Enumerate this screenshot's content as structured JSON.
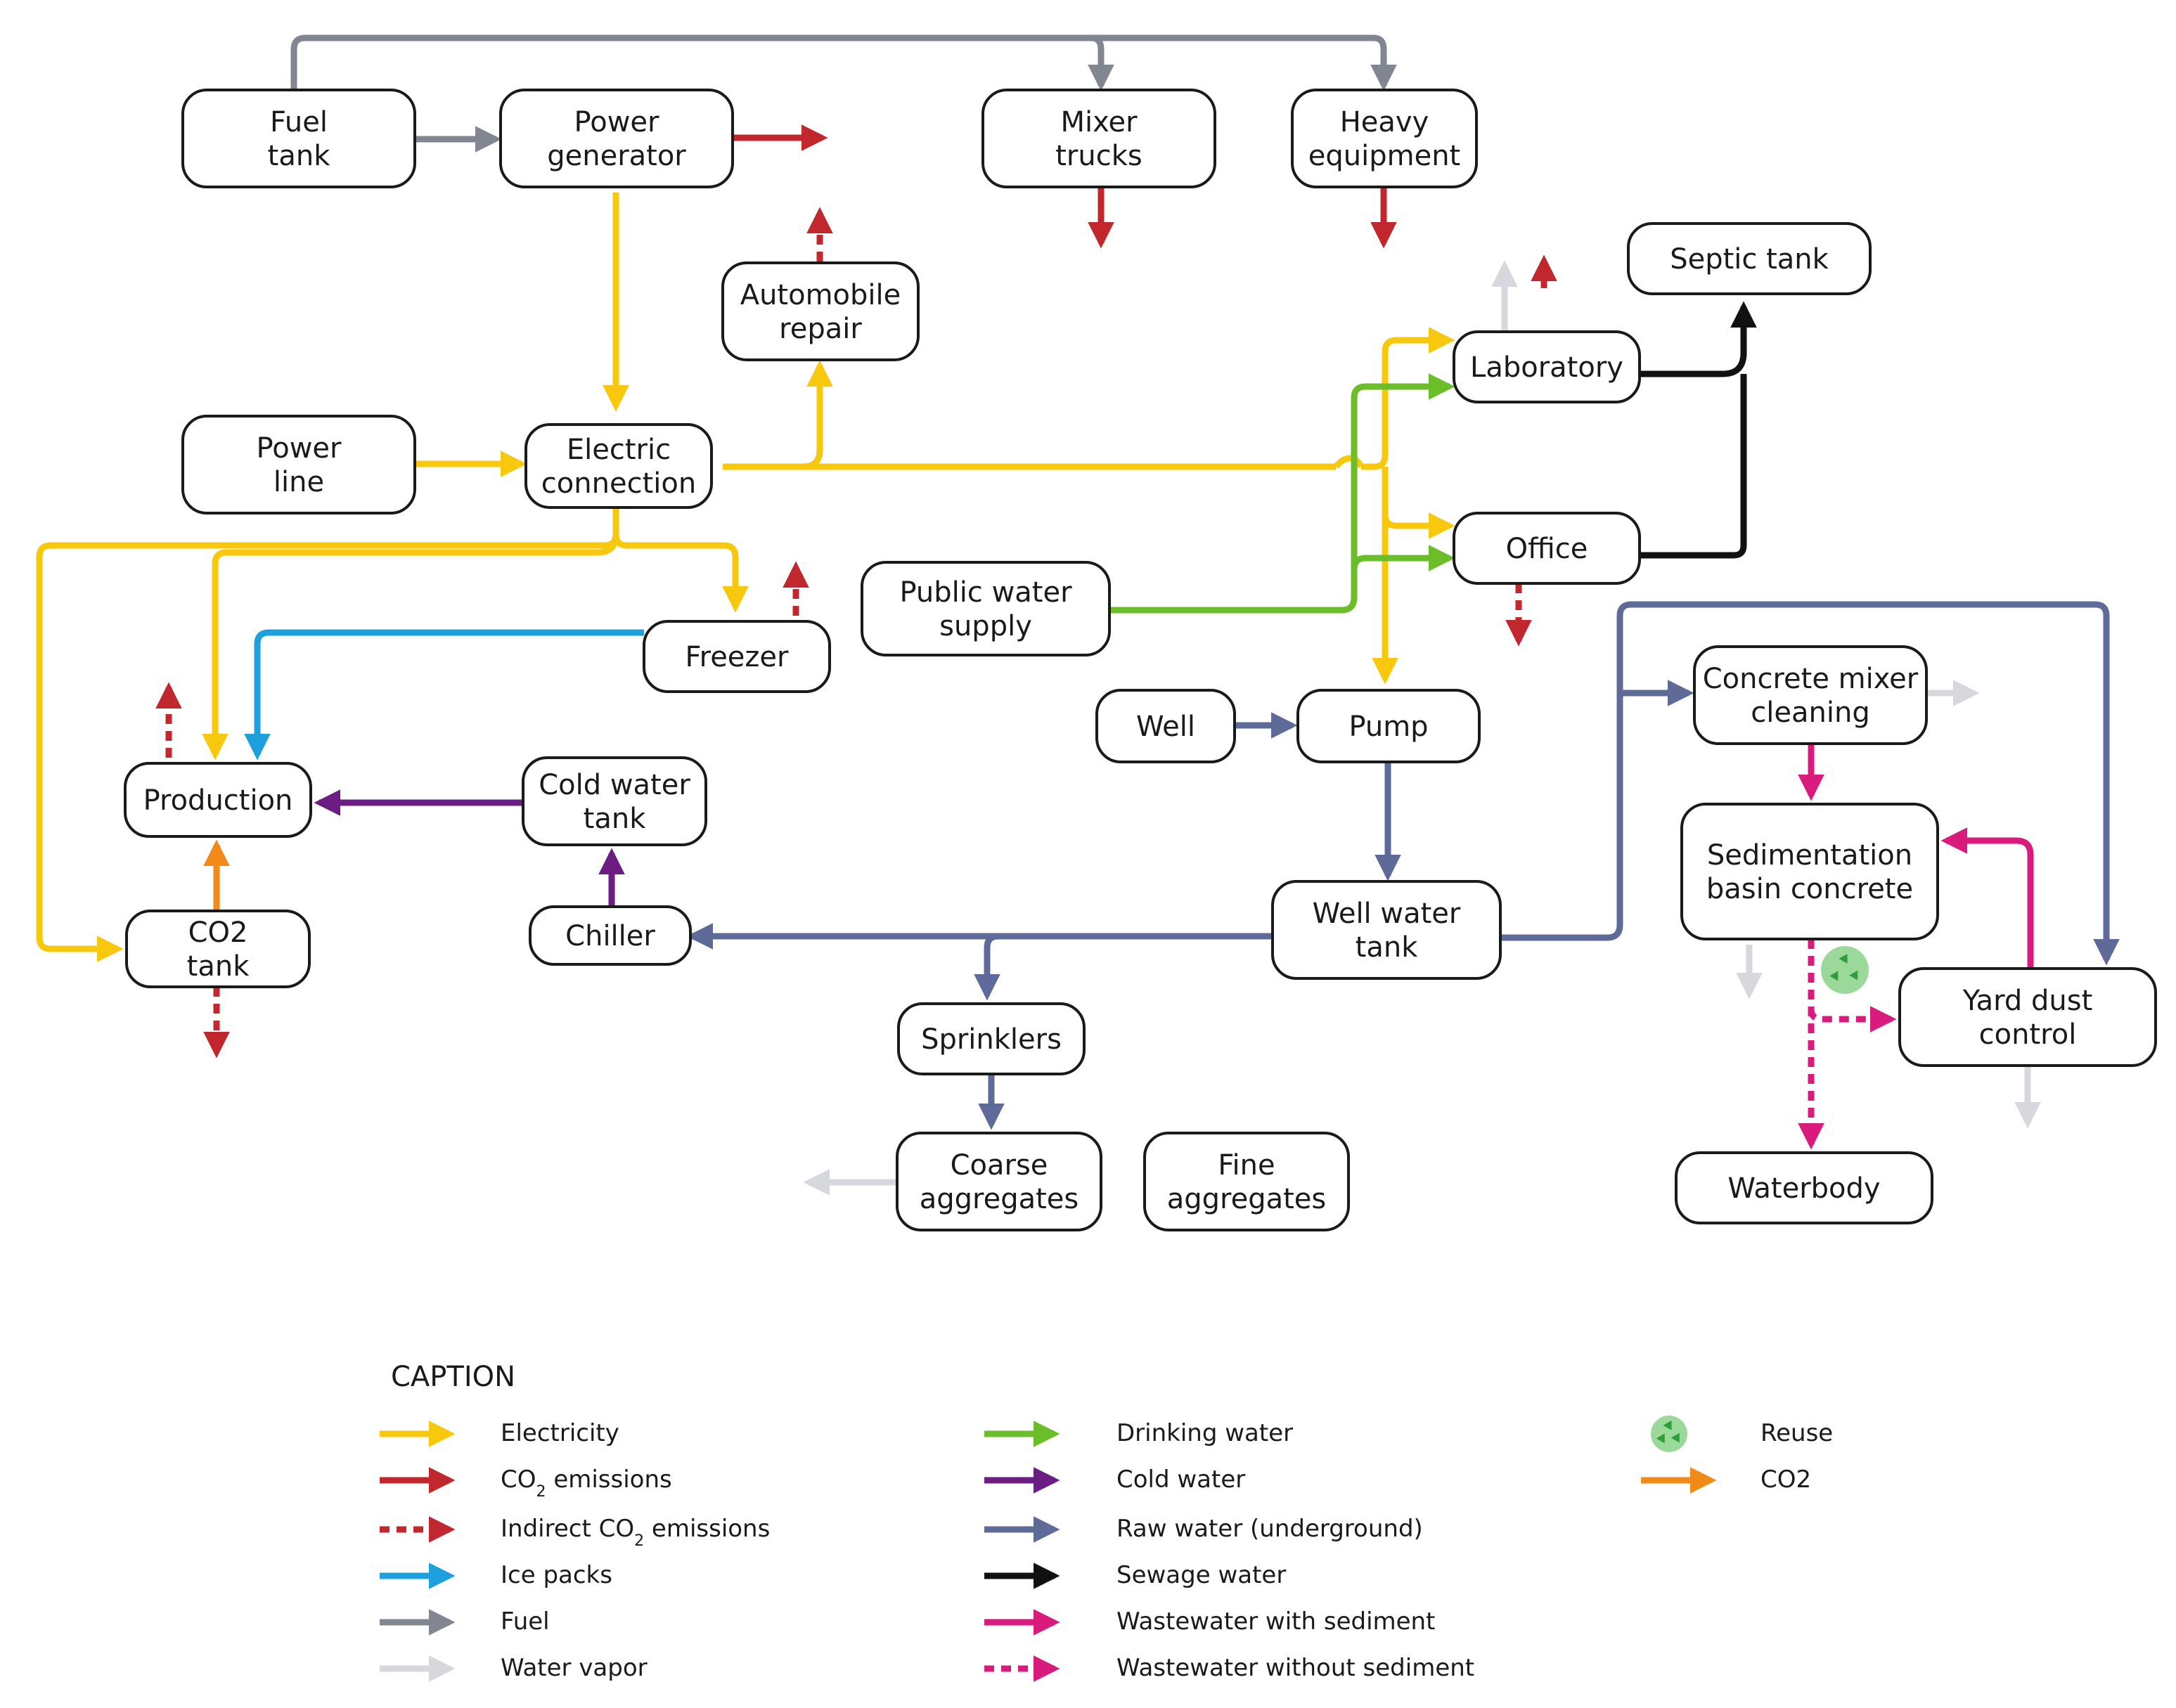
{
  "colors": {
    "electricity": "#f7c80d",
    "co2_emissions": "#c0282d",
    "ice_packs": "#1ea0dc",
    "fuel": "#828690",
    "water_vapor": "#d6d8dd",
    "drinking_water": "#6cbd2a",
    "cold_water": "#6b1d83",
    "raw_water": "#5e6a98",
    "sewage_water": "#111111",
    "wastewater": "#d81b7d",
    "co2": "#f28a1a",
    "reuse": "#2f9e3a"
  },
  "nodes": {
    "fuel_tank": [
      "Fuel",
      "tank"
    ],
    "power_generator": [
      "Power",
      "generator"
    ],
    "mixer_trucks": [
      "Mixer",
      "trucks"
    ],
    "heavy_equipment": [
      "Heavy",
      "equipment"
    ],
    "automobile_repair": [
      "Automobile",
      "repair"
    ],
    "septic_tank": [
      "Septic tank"
    ],
    "power_line": [
      "Power",
      "line"
    ],
    "electric_connection": [
      "Electric",
      "connection"
    ],
    "laboratory": [
      "Laboratory"
    ],
    "office": [
      "Office"
    ],
    "public_water_supply": [
      "Public water",
      "supply"
    ],
    "freezer": [
      "Freezer"
    ],
    "production": [
      "Production"
    ],
    "cold_water_tank": [
      "Cold water",
      "tank"
    ],
    "well": [
      "Well"
    ],
    "pump": [
      "Pump"
    ],
    "concrete_mixer_cleaning": [
      "Concrete mixer",
      "cleaning"
    ],
    "sedimentation_basin": [
      "Sedimentation",
      "basin  concrete"
    ],
    "co2_tank": [
      "CO2",
      "tank"
    ],
    "chiller": [
      "Chiller"
    ],
    "well_water_tank": [
      "Well water",
      "tank"
    ],
    "yard_dust_control": [
      "Yard dust",
      "control"
    ],
    "sprinklers": [
      "Sprinklers"
    ],
    "coarse_aggregates": [
      "Coarse",
      "aggregates"
    ],
    "fine_aggregates": [
      "Fine",
      "aggregates"
    ],
    "waterbody": [
      "Waterbody"
    ]
  },
  "caption": {
    "title": "CAPTION",
    "col1": [
      {
        "label": "Electricity",
        "color": "electricity",
        "style": "solid"
      },
      {
        "label": "CO",
        "sub": "2",
        "rest": " emissions",
        "color": "co2_emissions",
        "style": "solid"
      },
      {
        "label": "Indirect CO",
        "sub": "2",
        "rest": " emissions",
        "color": "co2_emissions",
        "style": "dashed"
      },
      {
        "label": "Ice packs",
        "color": "ice_packs",
        "style": "solid"
      },
      {
        "label": "Fuel",
        "color": "fuel",
        "style": "solid"
      },
      {
        "label": "Water vapor",
        "color": "water_vapor",
        "style": "solid"
      }
    ],
    "col2": [
      {
        "label": "Drinking water",
        "color": "drinking_water",
        "style": "solid"
      },
      {
        "label": "Cold water",
        "color": "cold_water",
        "style": "solid"
      },
      {
        "label": "Raw water (underground)",
        "color": "raw_water",
        "style": "solid"
      },
      {
        "label": "Sewage water",
        "color": "sewage_water",
        "style": "solid"
      },
      {
        "label": "Wastewater with sediment",
        "color": "wastewater",
        "style": "solid"
      },
      {
        "label": "Wastewater without sediment",
        "color": "wastewater",
        "style": "dashed"
      }
    ],
    "col3": [
      {
        "label": "Reuse",
        "icon": "recycle-icon"
      },
      {
        "label": "CO2",
        "color": "co2",
        "style": "solid"
      }
    ]
  }
}
